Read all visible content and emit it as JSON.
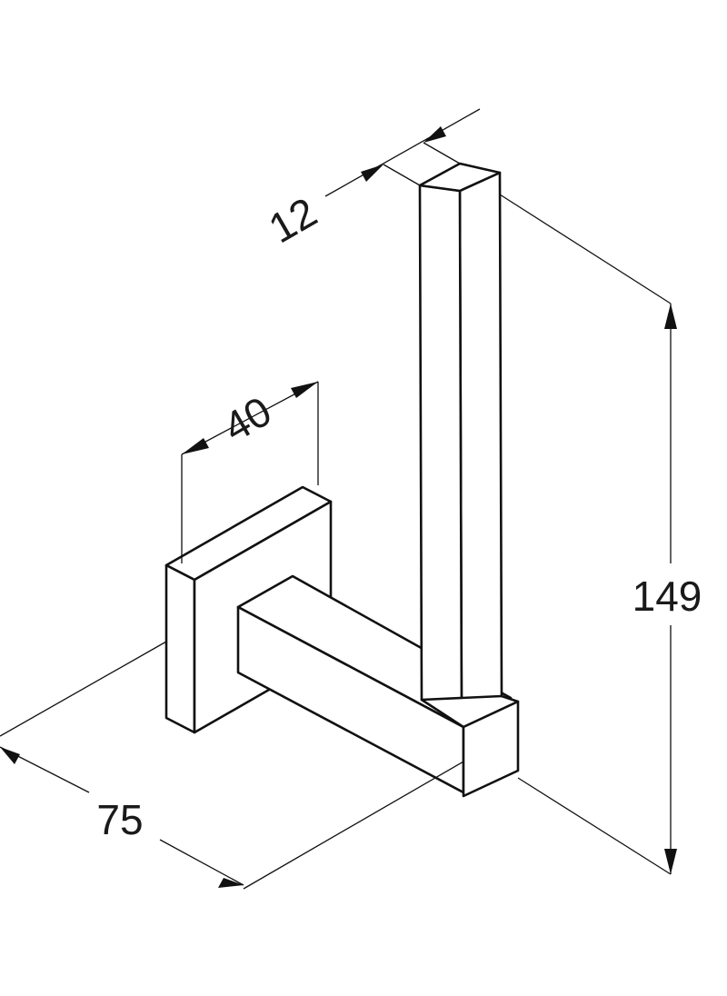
{
  "dimensions": {
    "rod_thickness": "12",
    "plate_width": "40",
    "depth": "75",
    "height": "149"
  },
  "colors": {
    "line": "#111111",
    "background": "#ffffff"
  }
}
